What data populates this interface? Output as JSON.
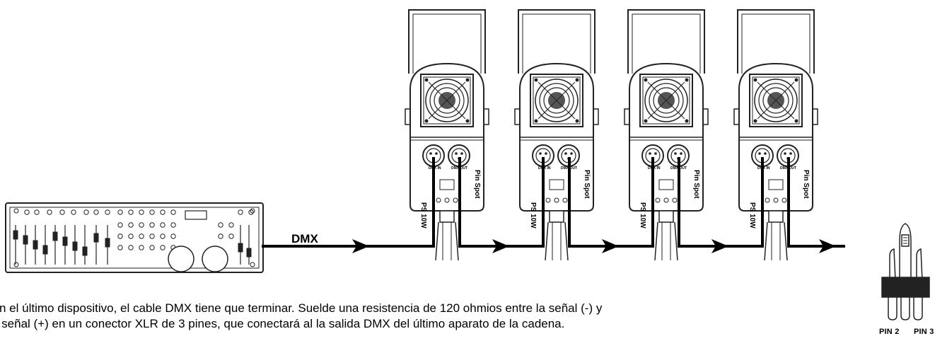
{
  "diagram": {
    "signal_label": "DMX",
    "fixtures": [
      {
        "model": "PS 10W",
        "name": "Pin Spot",
        "in_label": "DMX IN",
        "out_label": "DMX OUT"
      },
      {
        "model": "PS 10W",
        "name": "Pin Spot",
        "in_label": "DMX IN",
        "out_label": "DMX OUT"
      },
      {
        "model": "PS 10W",
        "name": "Pin Spot",
        "in_label": "DMX IN",
        "out_label": "DMX OUT"
      },
      {
        "model": "PS 10W",
        "name": "Pin Spot",
        "in_label": "DMX IN",
        "out_label": "DMX OUT"
      }
    ],
    "terminator": {
      "pin_left": "PIN 2",
      "pin_right": "PIN 3"
    }
  },
  "caption": {
    "line1": "n el último dispositivo, el cable DMX tiene que terminar. Suelde una resistencia de 120 ohmios entre la señal (-) y",
    "line2": "a señal (+) en un conector XLR de 3 pines, que conectará al la salida DMX del último aparato de la cadena."
  }
}
